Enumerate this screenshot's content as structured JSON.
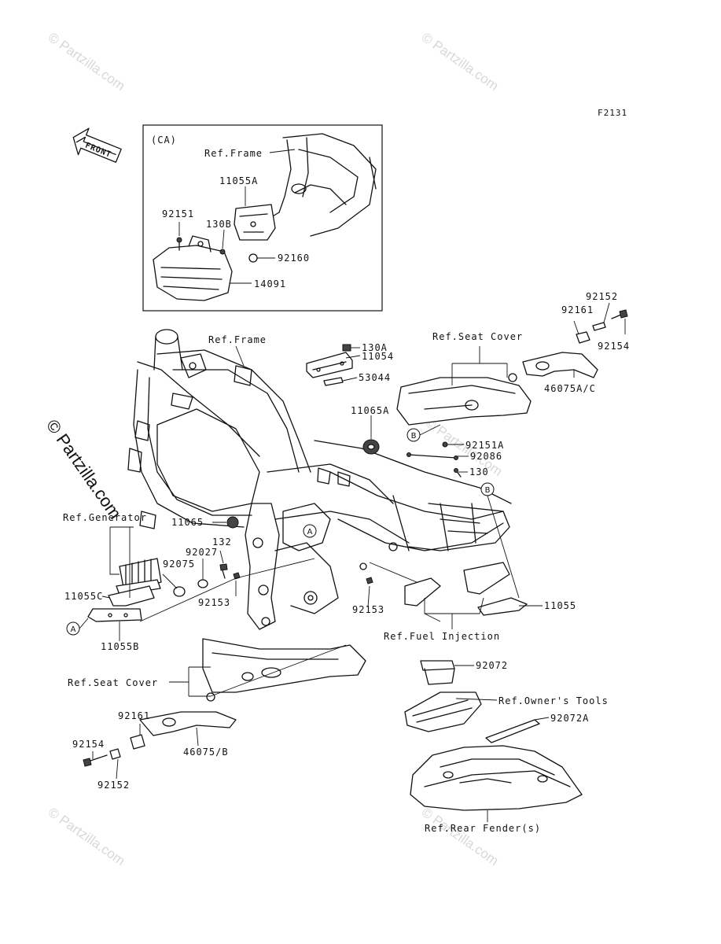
{
  "diagram_code": "F2131",
  "front_arrow_label": "FRONT",
  "watermarks": {
    "partzilla": "© Partzilla.com"
  },
  "inset": {
    "region_label": "(CA)",
    "labels": {
      "ref_frame": "Ref.Frame",
      "p11055A": "11055A",
      "p92151": "92151",
      "p130B": "130B",
      "p92160": "92160",
      "p14091": "14091"
    }
  },
  "labels": {
    "ref_frame": "Ref.Frame",
    "p130A": "130A",
    "p11054": "11054",
    "p53044": "53044",
    "p11065A": "11065A",
    "ref_seat_cover_top": "Ref.Seat Cover",
    "p92161_top": "92161",
    "p92152_top": "92152",
    "p92154_top": "92154",
    "p46075AC": "46075A/C",
    "p92151A": "92151A",
    "p92086": "92086",
    "p130": "130",
    "ref_generator": "Ref.Generator",
    "p11065": "11065",
    "p132": "132",
    "p92027": "92027",
    "p92075": "92075",
    "p11055C": "11055C",
    "p92153_left": "92153",
    "p92153_mid": "92153",
    "p11055B": "11055B",
    "p11055": "11055",
    "ref_fuel_injection": "Ref.Fuel Injection",
    "ref_seat_cover_bottom": "Ref.Seat Cover",
    "p92072": "92072",
    "ref_owners_tools": "Ref.Owner's Tools",
    "p92072A": "92072A",
    "p92161_bottom": "92161",
    "p92154_bottom": "92154",
    "p46075B": "46075/B",
    "p92152_bottom": "92152",
    "ref_rear_fender": "Ref.Rear Fender(s)"
  },
  "callouts": {
    "a_left": "A",
    "a_mid": "A",
    "b_top": "B",
    "b_mid": "B"
  }
}
